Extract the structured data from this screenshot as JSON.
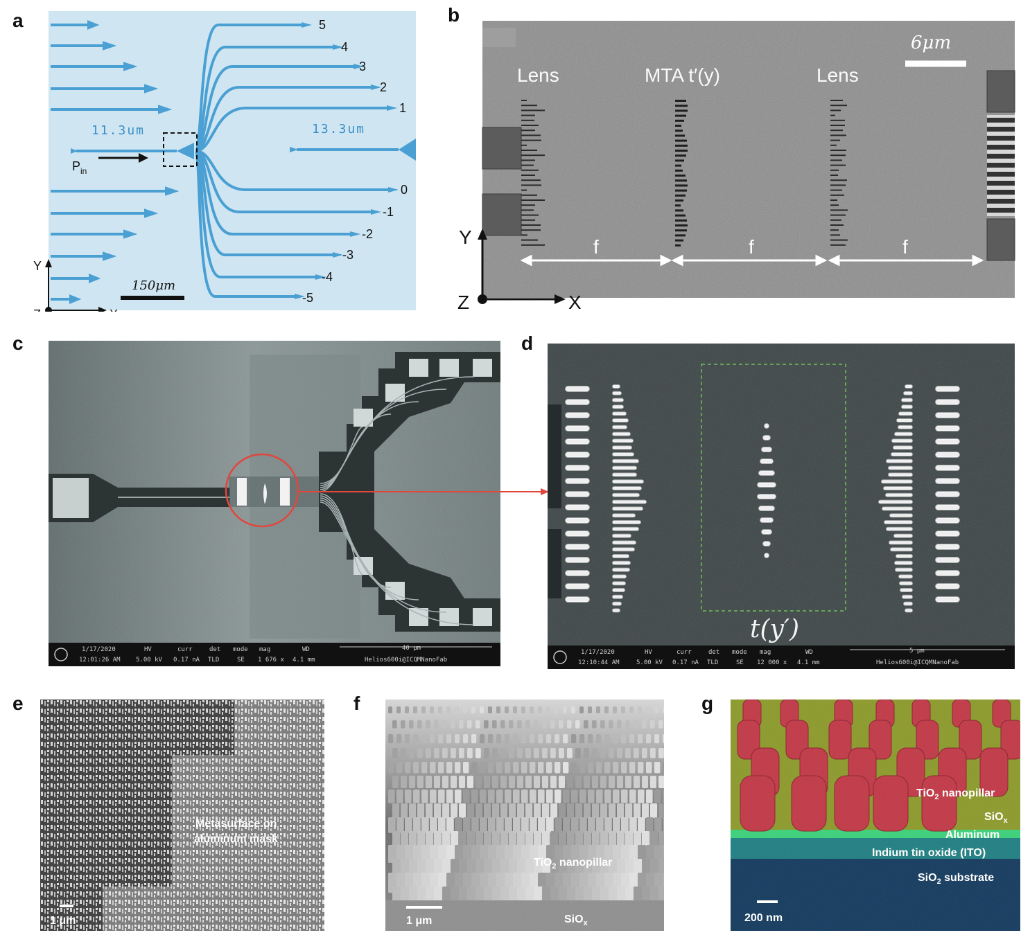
{
  "figure": {
    "panels": {
      "a": {
        "label": "a",
        "input_width": "11.3um",
        "output_width": "13.3um",
        "pin_main": "P",
        "pin_sub": "in",
        "port_labels": [
          "5",
          "4",
          "3",
          "2",
          "1",
          "0",
          "-1",
          "-2",
          "-3",
          "-4",
          "-5"
        ],
        "scale_bar": "150μm",
        "axis_x": "X",
        "axis_y": "Y",
        "axis_z": "Z"
      },
      "b": {
        "label": "b",
        "lens_left": "Lens",
        "mta": "MTA t′(y)",
        "lens_right": "Lens",
        "scale_bar": "6μm",
        "focal": [
          "f",
          "f",
          "f"
        ],
        "axis_x": "X",
        "axis_y": "Y",
        "axis_z": "Z"
      },
      "c": {
        "label": "c",
        "info_bar": {
          "date": "1/17/2020",
          "time": "12:01:26 AM",
          "hv_label": "HV",
          "hv": "5.00 kV",
          "curr_label": "curr",
          "curr": "0.17 nA",
          "det_label": "det",
          "det": "TLD",
          "mode_label": "mode",
          "mode": "SE",
          "mag_label": "mag",
          "mag": "1 676 x",
          "wd_label": "WD",
          "wd": "4.1 mm",
          "scale": "40 μm",
          "instrument": "Helios600i@ICQMNanoFab"
        }
      },
      "d": {
        "label": "d",
        "function": "t(y′)",
        "info_bar": {
          "date": "1/17/2020",
          "time": "12:10:44 AM",
          "hv_label": "HV",
          "hv": "5.00 kV",
          "curr_label": "curr",
          "curr": "0.17 nA",
          "det_label": "det",
          "det": "TLD",
          "mode_label": "mode",
          "mode": "SE",
          "mag_label": "mag",
          "mag": "12 000 x",
          "wd_label": "WD",
          "wd": "4.1 mm",
          "scale": "5 μm",
          "instrument": "Helios600i@ICQMNanoFab"
        }
      },
      "e": {
        "label": "e",
        "annotation_line1": "Metasurface on",
        "annotation_line2": "aluminum mask",
        "scale_bar": "1 μm"
      },
      "f": {
        "label": "f",
        "pillar_main": "TiO",
        "pillar_sub": "2",
        "pillar_rest": " nanopillar",
        "substrate_main": "SiO",
        "substrate_sub": "x",
        "scale_bar": "1 μm"
      },
      "g": {
        "label": "g",
        "pillar_main": "TiO",
        "pillar_sub": "2",
        "pillar_rest": " nanopillar",
        "siox_main": "SiO",
        "siox_sub": "x",
        "aluminum": "Aluminum",
        "ito": "Indium tin oxide (ITO)",
        "substrate_main": "SiO",
        "substrate_sub": "2",
        "substrate_rest": " substrate",
        "scale_bar": "200 nm"
      }
    },
    "colors": {
      "waveguide": "#4a9fd3",
      "optical_bg": "#cfe6f2",
      "sem_gray": "#8e8e8e",
      "sem_dark": "#3a4142",
      "pillar_red": "#c23846",
      "silica_green": "#8c9a2a",
      "aluminum_green": "#3bd27a",
      "ito_teal": "#1f7f82",
      "substrate_navy": "#133a5e"
    }
  }
}
